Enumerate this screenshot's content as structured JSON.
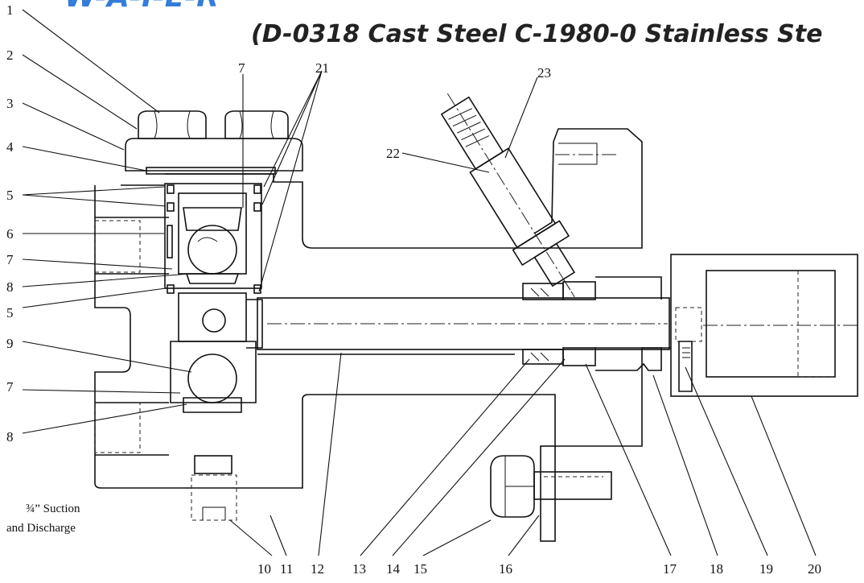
{
  "header": {
    "title_top": "W-A-T-E-R",
    "title_main": "(D-0318 Cast Steel  C-1980-0 Stainless Ste",
    "accent_color": "#1f6fd8"
  },
  "caption": {
    "line1": "¾” Suction",
    "line2": "and Discharge"
  },
  "labels": {
    "l1": "1",
    "l2": "2",
    "l3": "3",
    "l4": "4",
    "l5a": "5",
    "l5b": "5",
    "l6": "6",
    "l7top": "7",
    "l7a": "7",
    "l7b": "7",
    "l8a": "8",
    "l8b": "8",
    "l9": "9",
    "l10": "10",
    "l11": "11",
    "l12": "12",
    "l13": "13",
    "l14": "14",
    "l15": "15",
    "l16": "16",
    "l17": "17",
    "l18": "18",
    "l19": "19",
    "l20": "20",
    "l21": "21",
    "l22": "22",
    "l23": "23"
  }
}
